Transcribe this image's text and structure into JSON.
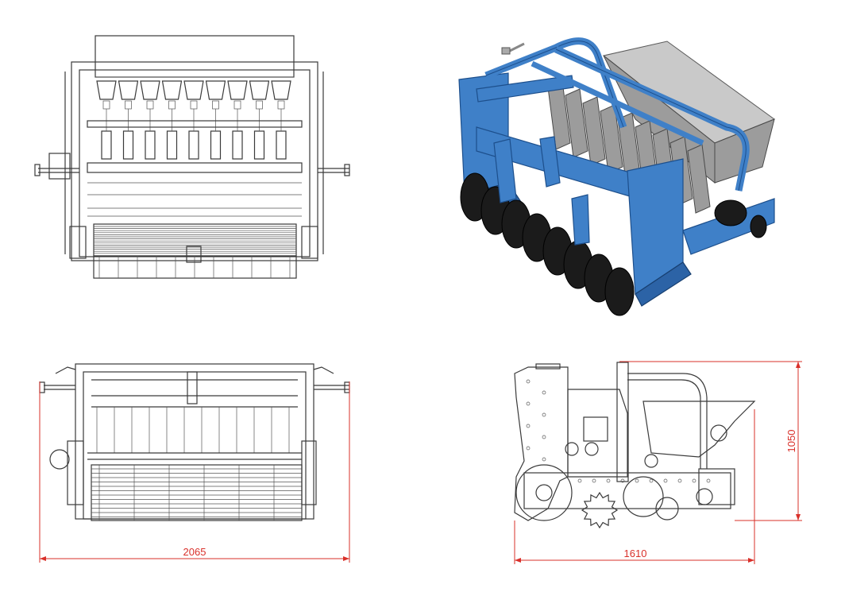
{
  "dimensions": {
    "overall_width": "2065",
    "overall_length": "1610",
    "overall_height": "1050"
  },
  "colors": {
    "drawing_lines": "#3a3a3a",
    "dimension_lines": "#d9302a",
    "frame_blue": "#3f80c8",
    "roller": "#1b1b1b"
  }
}
